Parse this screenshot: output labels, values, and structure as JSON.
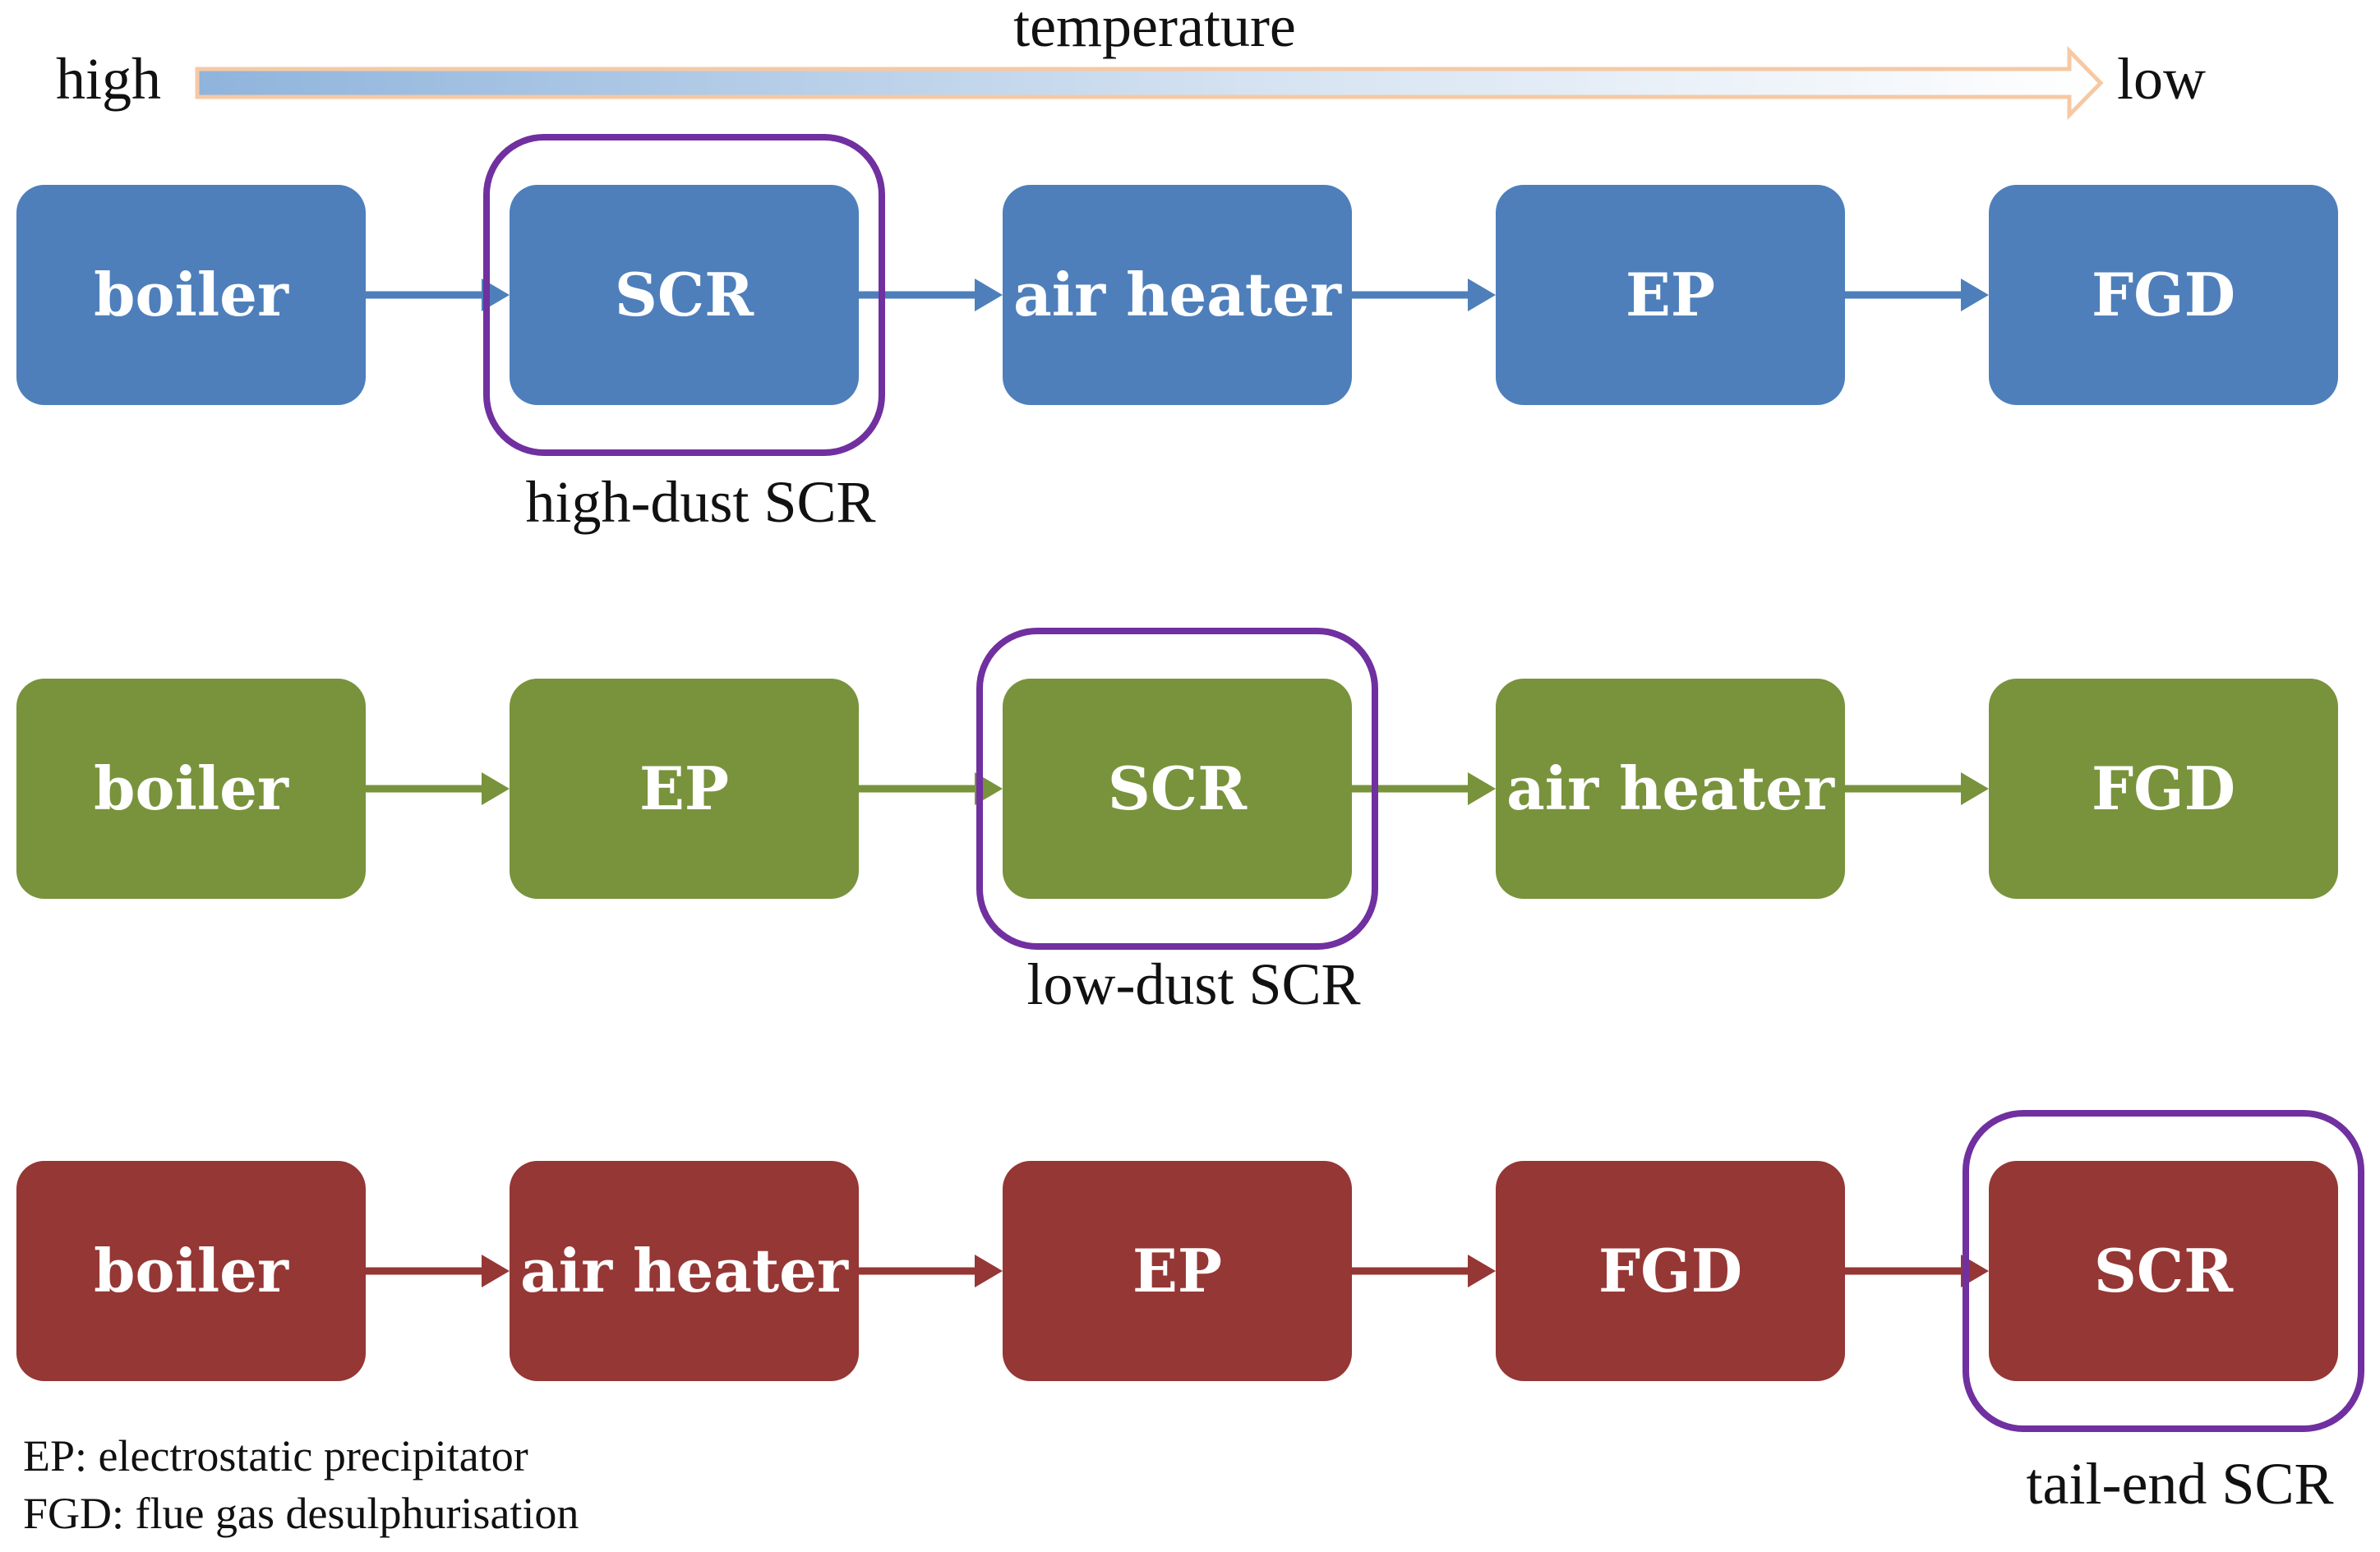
{
  "temperature_axis": {
    "title": "temperature",
    "start_label": "high",
    "end_label": "low"
  },
  "rows": [
    {
      "color": "#4e7fbb",
      "boxes": [
        "boiler",
        "SCR",
        "air heater",
        "EP",
        "FGD"
      ],
      "highlight_index": 1,
      "caption": "high-dust SCR"
    },
    {
      "color": "#78933c",
      "boxes": [
        "boiler",
        "EP",
        "SCR",
        "air heater",
        "FGD"
      ],
      "highlight_index": 2,
      "caption": "low-dust SCR"
    },
    {
      "color": "#953735",
      "boxes": [
        "boiler",
        "air heater",
        "EP",
        "FGD",
        "SCR"
      ],
      "highlight_index": 4,
      "caption": "tail-end SCR"
    }
  ],
  "highlight_color": "#7030a0",
  "legend": [
    "EP: electrostatic precipitator",
    "FGD: flue gas desulphurisation"
  ]
}
